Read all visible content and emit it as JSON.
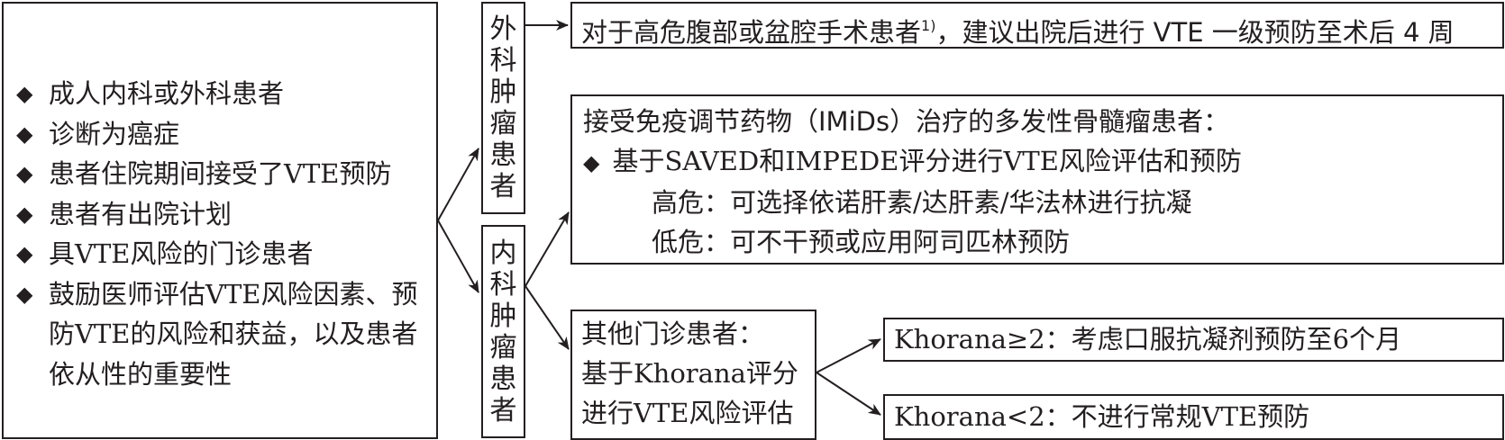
{
  "criteria": {
    "items": [
      "成人内科或外科患者",
      "诊断为癌症",
      "患者住院期间接受了VTE预防",
      "患者有出院计划",
      "具VTE风险的门诊患者",
      "鼓励医师评估VTE风险因素、预",
      "防VTE的风险和获益，以及患者",
      "依从性的重要性"
    ]
  },
  "surgical_label": [
    "外",
    "科",
    "肿",
    "瘤",
    "患",
    "者"
  ],
  "medical_label": [
    "内",
    "科",
    "肿",
    "瘤",
    "患",
    "者"
  ],
  "surgical_rec": {
    "text_before": "对于高危腹部或盆腔手术患者",
    "footnote": "1)",
    "text_after": "，建议出院后进行 VTE 一级预防至术后 4 周"
  },
  "imid": {
    "heading": "接受免疫调节药物（IMiDs）治疗的多发性骨髓瘤患者：",
    "bullet": "基于SAVED和IMPEDE评分进行VTE风险评估和预防",
    "high": "高危：可选择依诺肝素/达肝素/华法林进行抗凝",
    "low": "低危：可不干预或应用阿司匹林预防"
  },
  "other": {
    "heading": "其他门诊患者：",
    "line1": "基于Khorana评分",
    "line2": "进行VTE风险评估"
  },
  "khorana_high": "Khorana≥2：考虑口服抗凝剂预防至6个月",
  "khorana_low": "Khorana<2：不进行常规VTE预防",
  "bullet_symbol": "◆"
}
